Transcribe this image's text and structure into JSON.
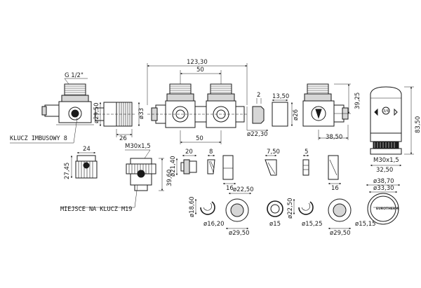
{
  "labels": {
    "thread_g": "G 1/2\"",
    "key_hex": "KLUCZ IMBUSOWY 8",
    "wrench_place": "MIEJSCE NA KLUCZ M19",
    "m30_upper": "M30x1,5",
    "m30_right": "M30x1,5",
    "brand": "EUROTHERM"
  },
  "dimensions": {
    "d123_30": "123,30",
    "d50_top": "50",
    "d50_bottom": "50",
    "d2": "2",
    "d13_50": "13,50",
    "d39_25": "39,25",
    "d29_50_left": "ø29,50",
    "d33": "ø33",
    "d26_left": "26",
    "d22_30": "ø22,30",
    "d26_mid": "ø26",
    "d38_50": "38,50",
    "d83_50": "83,50",
    "d24": "24",
    "d27_45": "27,45",
    "d39_60": "39,60",
    "d20": "20",
    "d21_40": "ø21,40",
    "d8": "8",
    "d16_a": "16",
    "d7_50": "7,50",
    "d5": "5",
    "d16_b": "16",
    "d32_50": "32,50",
    "d38_70": "ø38,70",
    "d33_30": "ø33,30",
    "d18_60": "ø18,60",
    "d22_50_a": "ø22,50",
    "d22_50_b": "ø22,50",
    "d16_20": "ø16,20",
    "d15": "ø15",
    "d15_25": "ø15,25",
    "d15_15": "ø15,15",
    "d29_50_a": "ø29,50",
    "d29_50_b": "ø29,50"
  },
  "knob_marks": {
    "minus": "-",
    "plus": "+",
    "center": "3/4"
  }
}
